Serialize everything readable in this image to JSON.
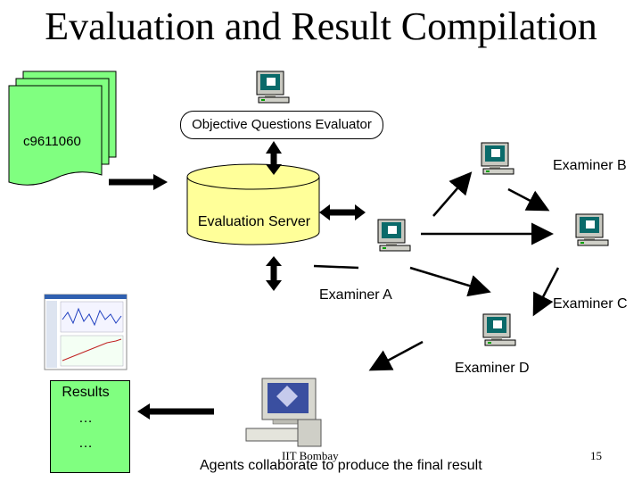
{
  "slide": {
    "title": "Evaluation and Result Compilation",
    "footer": "IIT Bombay",
    "page_number": "15",
    "caption": "Agents collaborate to produce the final result"
  },
  "nodes": {
    "document_id": "c9611060",
    "objective_evaluator": "Objective Questions Evaluator",
    "evaluation_server": "Evaluation Server",
    "examiner_a": "Examiner A",
    "examiner_b": "Examiner B",
    "examiner_c": "Examiner C",
    "examiner_d": "Examiner D",
    "results": {
      "label": "Results",
      "line1": "…",
      "line2": "…"
    }
  },
  "colors": {
    "document_fill": "#80ff80",
    "server_fill": "#ffff99",
    "results_fill": "#80ff80",
    "monitor_screen": "#0a6a6a",
    "monitor_body": "#c8c8c0"
  },
  "icons": [
    "computer-icon",
    "workstation-icon",
    "chart-screenshot-icon"
  ]
}
